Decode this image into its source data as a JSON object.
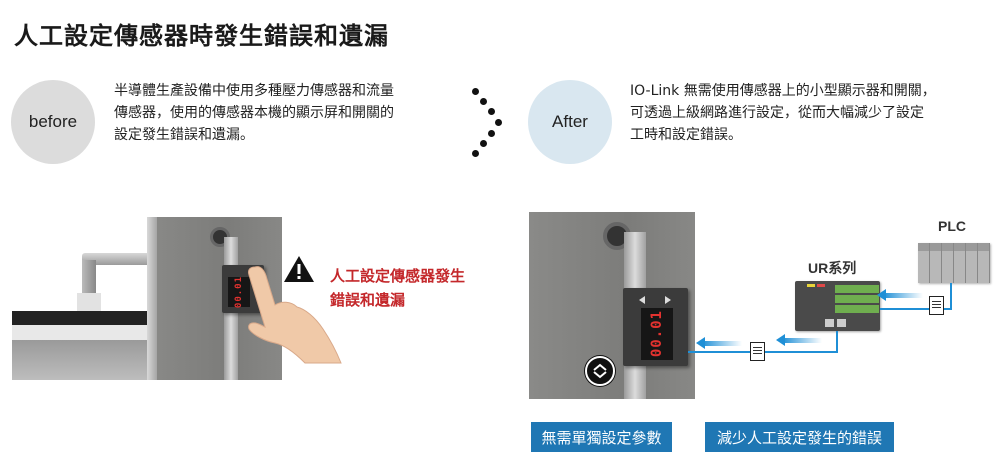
{
  "page": {
    "title": "人工設定傳感器時發生錯誤和遺漏"
  },
  "before": {
    "badge": "before",
    "badge_color": "#dcdcdc",
    "lines": [
      "半導體生產設備中使用多種壓力傳感器和流量",
      "傳感器，使用的傳感器本機的顯示屏和開關的",
      "設定發生錯誤和遺漏。"
    ],
    "warning_lines": [
      "人工設定傳感器發生",
      "錯誤和遺漏"
    ],
    "warning_color": "#c4282b",
    "sensor_display": "00.01"
  },
  "transition": {
    "icon": "dotted-chevron-right-icon"
  },
  "after": {
    "badge": "After",
    "badge_color": "#d9e7f0",
    "lines": [
      "IO-Link 無需使用傳感器上的小型顯示器和開關，",
      "可透過上級網路進行設定，從而大幅減少了設定",
      "工時和設定錯誤。"
    ],
    "plc_label": "PLC",
    "ur_label": "UR系列",
    "sensor_display": "00.01",
    "accent_color": "#1f77b4",
    "tags": [
      {
        "label": "無需單獨設定參數"
      },
      {
        "label": "減少人工設定發生的錯誤"
      }
    ]
  }
}
